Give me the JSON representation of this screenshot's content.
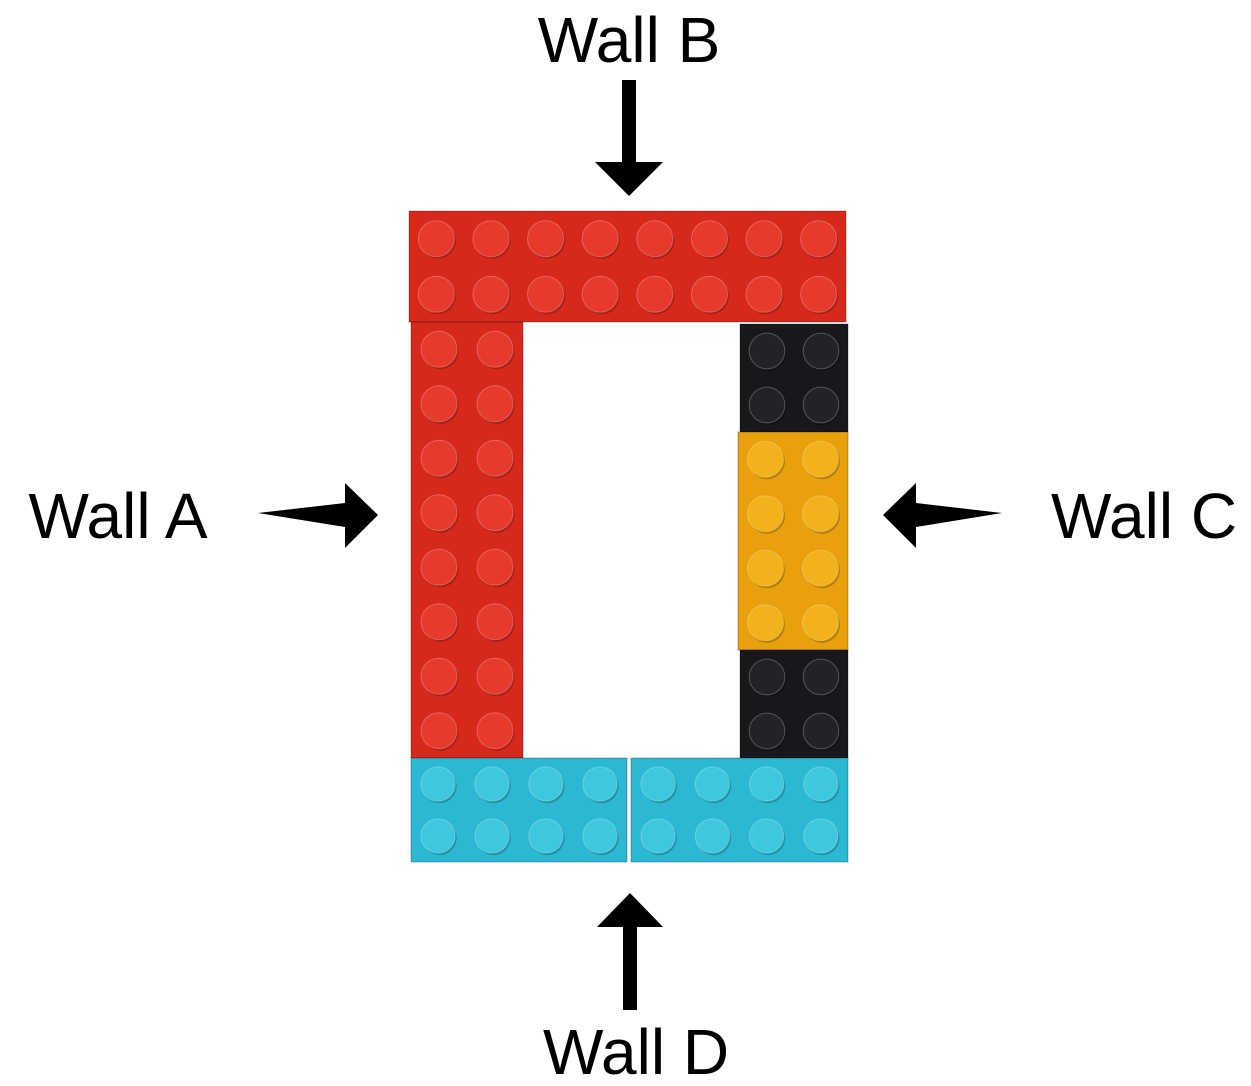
{
  "labels": {
    "wall_a": "Wall A",
    "wall_b": "Wall B",
    "wall_c": "Wall C",
    "wall_d": "Wall D"
  },
  "colors": {
    "red": "#d7281c",
    "red_stud": "#e53a2c",
    "black": "#17181c",
    "black_stud": "#222327",
    "yellow": "#e8a10c",
    "yellow_stud": "#f1b21c",
    "cyan": "#2bb8d2",
    "cyan_stud": "#3ec8df",
    "arrow": "#000000"
  },
  "bricks": [
    {
      "wall": "B",
      "color": "red",
      "size": "2x8"
    },
    {
      "wall": "A",
      "color": "red",
      "size": "2x8"
    },
    {
      "wall": "C",
      "color": "black",
      "size": "2x2"
    },
    {
      "wall": "C",
      "color": "yellow",
      "size": "2x4"
    },
    {
      "wall": "C",
      "color": "black",
      "size": "2x2"
    },
    {
      "wall": "D",
      "color": "cyan",
      "size": "2x4"
    },
    {
      "wall": "D",
      "color": "cyan",
      "size": "2x4"
    }
  ]
}
